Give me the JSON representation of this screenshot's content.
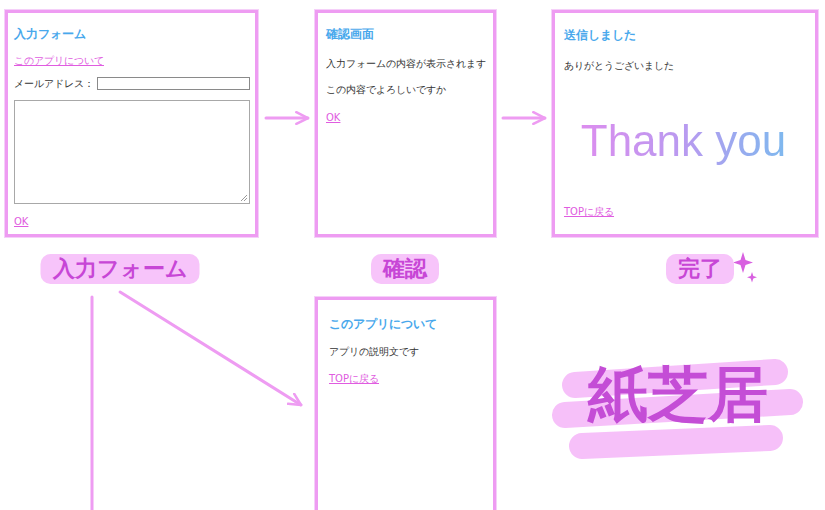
{
  "diagram": {
    "nodes": [
      {
        "text": [
          "入力フォーム",
          "このアプリについて",
          "メールアドレス：",
          "OK",
          "入力フォーム"
        ]
      },
      {
        "text": [
          "確認画面",
          "入力フォームの内容が表示されます",
          "この内容でよろしいですか",
          "OK",
          "確認"
        ]
      },
      {
        "text": [
          "送信しました",
          "ありがとうございました",
          "Thank you",
          "TOPに戻る",
          "完了"
        ]
      },
      {
        "text": [
          "このアプリについて",
          "アプリの説明文です",
          "TOPに戻る"
        ]
      }
    ],
    "edges": [
      {
        "from": 0,
        "to": 1,
        "arrow": "to"
      },
      {
        "from": 1,
        "to": 2,
        "arrow": "to"
      },
      {
        "from": 0,
        "to": 3,
        "arrow": "to"
      }
    ],
    "labels": [
      "紙芝居"
    ]
  }
}
